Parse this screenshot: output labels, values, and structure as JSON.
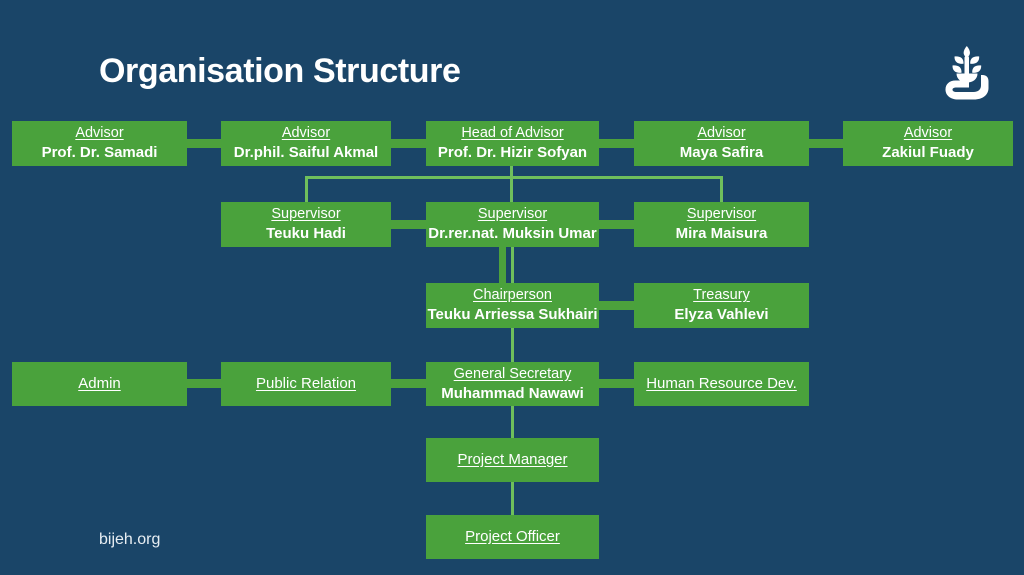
{
  "page": {
    "title": "Organisation Structure",
    "footer": "bijeh.org",
    "background_color": "#1a4568",
    "node_color": "#4aa23c",
    "connector_color": "#4ca13c",
    "text_color": "#ffffff",
    "logo_name": "bijeh-sprout-logo"
  },
  "chart_data": {
    "type": "diagram",
    "title": "Organisation Structure",
    "rows": [
      {
        "name": "advisors",
        "nodes": [
          {
            "id": "advisor-samadi",
            "role": "Advisor",
            "person": "Prof. Dr. Samadi"
          },
          {
            "id": "advisor-saiful-akmal",
            "role": "Advisor",
            "person": "Dr.phil. Saiful Akmal"
          },
          {
            "id": "head-of-advisor",
            "role": "Head of Advisor",
            "person": "Prof. Dr. Hizir Sofyan"
          },
          {
            "id": "advisor-maya-safira",
            "role": "Advisor",
            "person": "Maya Safira"
          },
          {
            "id": "advisor-zakiul-fuady",
            "role": "Advisor",
            "person": "Zakiul Fuady"
          }
        ]
      },
      {
        "name": "supervisors",
        "nodes": [
          {
            "id": "supervisor-teuku-hadi",
            "role": "Supervisor",
            "person": "Teuku Hadi"
          },
          {
            "id": "supervisor-muksin-umar",
            "role": "Supervisor",
            "person": "Dr.rer.nat. Muksin Umar"
          },
          {
            "id": "supervisor-mira-maisura",
            "role": "Supervisor",
            "person": "Mira Maisura"
          }
        ]
      },
      {
        "name": "leadership",
        "nodes": [
          {
            "id": "chairperson",
            "role": "Chairperson",
            "person": "Teuku Arriessa Sukhairi"
          },
          {
            "id": "treasury",
            "role": "Treasury",
            "person": "Elyza Vahlevi"
          }
        ]
      },
      {
        "name": "operations",
        "nodes": [
          {
            "id": "admin",
            "role": "Admin",
            "person": ""
          },
          {
            "id": "public-relation",
            "role": "Public Relation",
            "person": ""
          },
          {
            "id": "general-secretary",
            "role": "General Secretary",
            "person": "Muhammad Nawawi"
          },
          {
            "id": "human-resource-dev",
            "role": "Human Resource Dev.",
            "person": ""
          }
        ]
      },
      {
        "name": "projects",
        "nodes": [
          {
            "id": "project-manager",
            "role": "Project Manager",
            "person": ""
          },
          {
            "id": "project-officer",
            "role": "Project Officer",
            "person": ""
          }
        ]
      }
    ]
  }
}
